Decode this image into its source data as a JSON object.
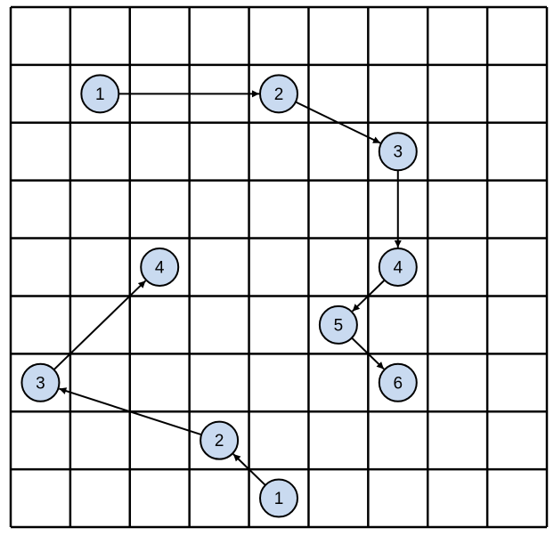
{
  "grid": {
    "rows": 9,
    "cols": 9,
    "line_color": "#000000",
    "highlight_color": "#cc2222"
  },
  "node_style": {
    "fill": "#c9daf0",
    "stroke": "#000000"
  },
  "paths": [
    {
      "id": "path-a",
      "nodes": [
        {
          "label": "1",
          "col": 1.5,
          "row": 1.5
        },
        {
          "label": "2",
          "col": 4.5,
          "row": 1.5
        },
        {
          "label": "3",
          "col": 6.5,
          "row": 2.5
        },
        {
          "label": "4",
          "col": 6.5,
          "row": 4.5
        },
        {
          "label": "5",
          "col": 5.5,
          "row": 5.5
        },
        {
          "label": "6",
          "col": 6.5,
          "row": 6.5
        }
      ]
    },
    {
      "id": "path-b",
      "nodes": [
        {
          "label": "1",
          "col": 4.5,
          "row": 8.5
        },
        {
          "label": "2",
          "col": 3.5,
          "row": 7.5
        },
        {
          "label": "3",
          "col": 0.5,
          "row": 6.5
        },
        {
          "label": "4",
          "col": 2.5,
          "row": 4.5
        }
      ]
    }
  ],
  "highlighted_cell": {
    "col": 2,
    "row": 2
  }
}
